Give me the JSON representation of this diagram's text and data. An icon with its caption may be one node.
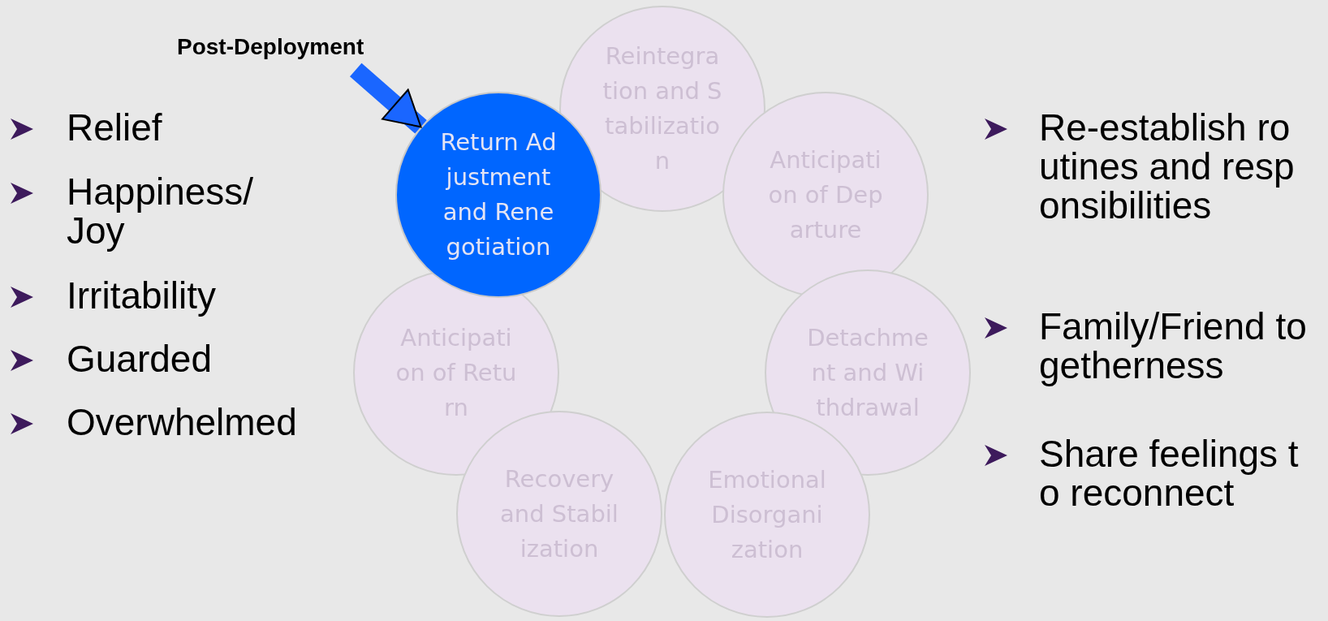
{
  "diagram": {
    "nodes": [
      {
        "text": [
          "Post-Deployment"
        ]
      },
      {
        "text": [
          "Return Adjustment and Renegotiation"
        ]
      },
      {
        "text": [
          "Reintegration and Stabilization"
        ]
      },
      {
        "text": [
          "Anticipation of Departure"
        ]
      },
      {
        "text": [
          "Detachment and Withdrawal"
        ]
      },
      {
        "text": [
          "Emotional Disorganization"
        ]
      },
      {
        "text": [
          "Recovery and Stabilization"
        ]
      },
      {
        "text": [
          "Anticipation of Return"
        ]
      }
    ],
    "edges": [
      {
        "from": 0,
        "to": 1,
        "arrow": "to"
      }
    ],
    "labels": [
      "Relief",
      "Happiness/ Joy",
      "Irritability",
      "Guarded",
      "Overwhelmed",
      "Re-establish routines and responsibilities",
      "Family/Friend togetherness",
      "Share feelings to reconnect"
    ]
  }
}
